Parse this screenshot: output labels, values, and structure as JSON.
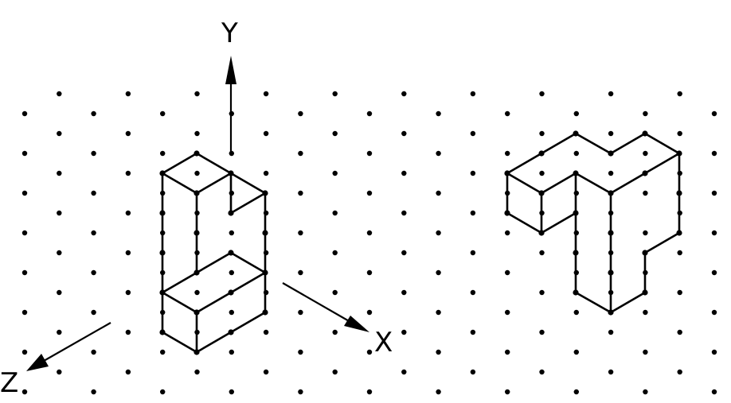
{
  "axes": {
    "y_label": "Y",
    "x_label": "X",
    "z_label": "Z"
  },
  "colors": {
    "ink": "#000000",
    "background": "#ffffff"
  }
}
